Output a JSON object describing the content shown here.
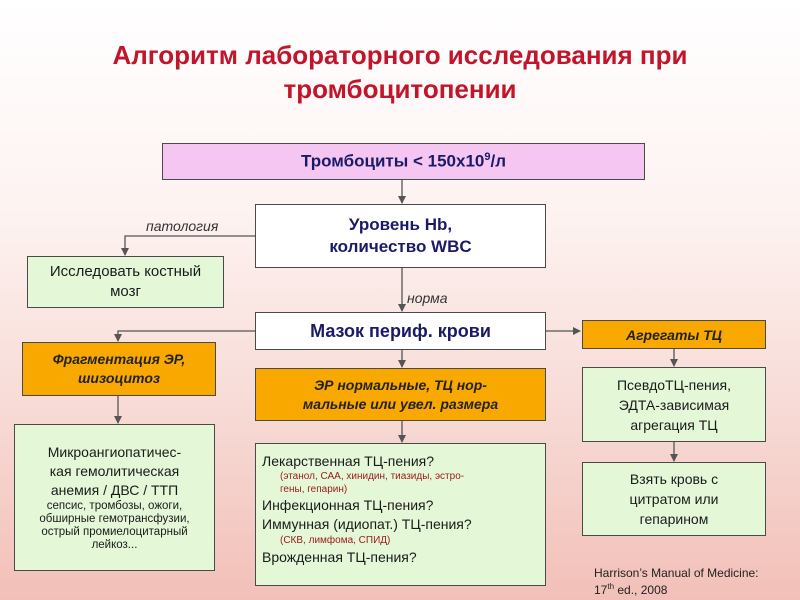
{
  "title": {
    "line1": "Алгоритм лабораторного исследования при",
    "line2": "тромбоцитопении"
  },
  "nodes": {
    "platelets_prefix": "Тромбоциты < 150х10",
    "platelets_sup": "9",
    "platelets_suffix": "/л",
    "hb_line1": "Уровень Hb,",
    "hb_line2": "количество WBC",
    "bone_marrow_line1": "Исследовать костный",
    "bone_marrow_line2": "мозг",
    "smear": "Мазок периф. крови",
    "aggregates": "Агрегаты ТЦ",
    "fragmentation_line1": "Фрагментация ЭР,",
    "fragmentation_line2": "шизоцитоз",
    "normal_line1": "ЭР нормальные, ТЦ нор-",
    "normal_line2": "мальные или увел. размера",
    "pseudo_line1": "ПсевдоТЦ-пения,",
    "pseudo_line2": "ЭДТА-зависимая",
    "pseudo_line3": "агрегация ТЦ",
    "citrate_line1": "Взять кровь с",
    "citrate_line2": "цитратом или",
    "citrate_line3": "гепарином",
    "micro_line1": "Микроангиопатичес-",
    "micro_line2": "кая гемолитическая",
    "micro_line3": "анемия / ДВС / ТТП",
    "micro_line4": "сепсис, тромбозы, ожоги,",
    "micro_line5": "обширные гемотрансфузии,",
    "micro_line6": "острый промиелоцитарный",
    "micro_line7": "лейкоз...",
    "drug": "Лекарственная ТЦ-пения?",
    "drug_detail_line1": "(этанол, САА, хинидин, тиазиды, эстро-",
    "drug_detail_line2": "гены, гепарин)",
    "infection": "Инфекционная ТЦ-пения?",
    "immune": "Иммунная (идиопат.) ТЦ-пения?",
    "immune_detail": "(СКВ, лимфома, СПИД)",
    "congenital": "Врожденная ТЦ-пения?"
  },
  "edge_labels": {
    "pathology": "патология",
    "norm": "норма"
  },
  "reference": {
    "line1": "Harrison’s Manual of Medicine:",
    "line2_pre": "17",
    "line2_sup": "th",
    "line2_post": " ed., 2008"
  },
  "colors": {
    "title": "#c0152a",
    "pink_box": "#f6c6f3",
    "green_box": "#e4f8d8",
    "orange_box": "#f9a800",
    "arrow": "#555555"
  }
}
